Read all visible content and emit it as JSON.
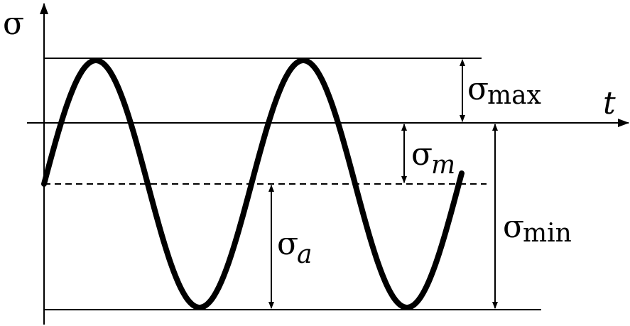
{
  "labels": {
    "y_axis": "σ",
    "x_axis": "t",
    "sigma": "σ",
    "sub_max": "max",
    "sub_m": "m",
    "sub_min": "min",
    "sub_a": "a"
  },
  "colors": {
    "stroke": "#000000",
    "background": "#ffffff"
  }
}
